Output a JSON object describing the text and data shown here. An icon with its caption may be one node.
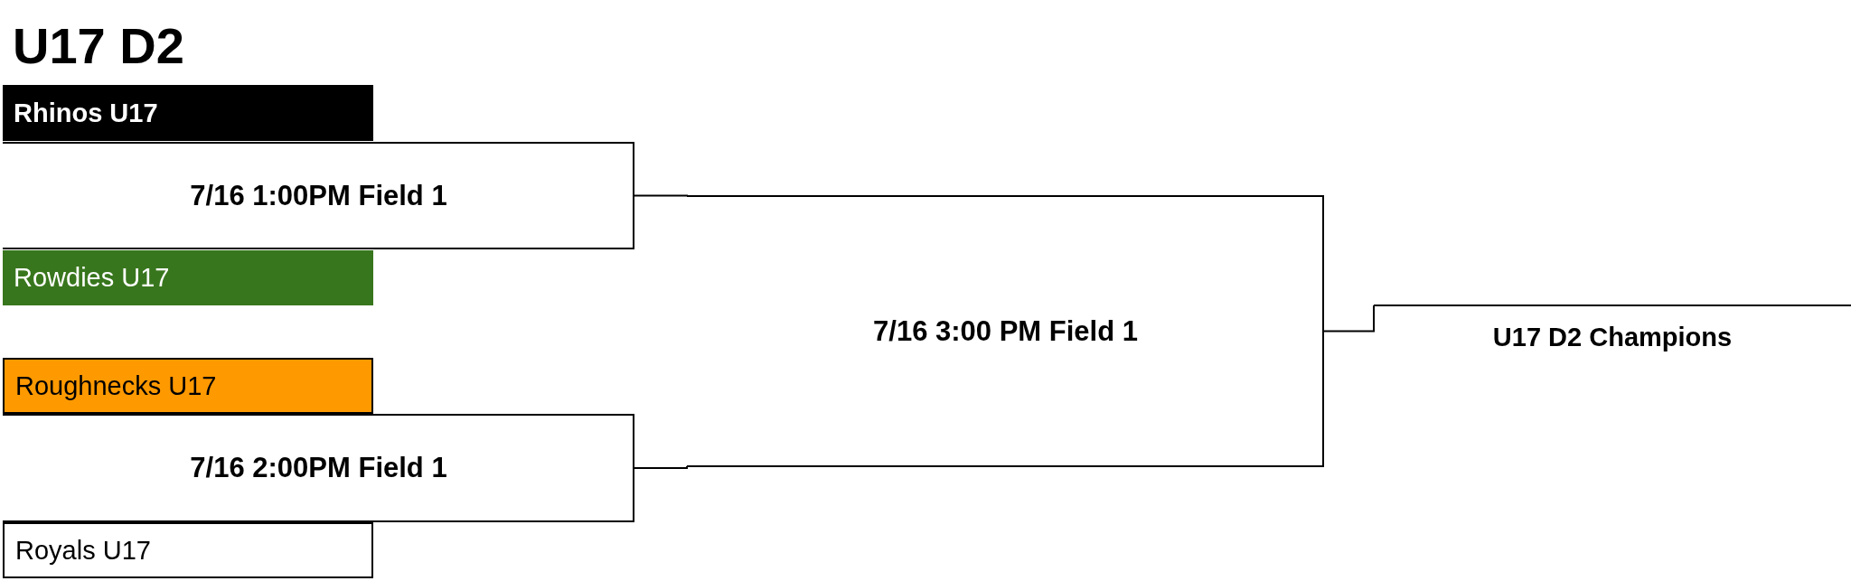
{
  "diagram": {
    "title": "U17 D2",
    "nodes": [
      {
        "text": [
          "Rhinos U17"
        ]
      },
      {
        "text": [
          "7/16 1:00PM Field 1"
        ]
      },
      {
        "text": [
          "Rowdies U17"
        ]
      },
      {
        "text": [
          "Roughnecks U17"
        ]
      },
      {
        "text": [
          "7/16 2:00PM Field 1"
        ]
      },
      {
        "text": [
          "Royals U17"
        ]
      },
      {
        "text": [
          "7/16 3:00 PM Field 1"
        ]
      },
      {
        "text": [
          "U17 D2 Champions"
        ]
      }
    ],
    "edges": [
      {
        "from": 1,
        "to": 6,
        "arrow": "none"
      },
      {
        "from": 4,
        "to": 6,
        "arrow": "none"
      },
      {
        "from": 6,
        "to": 7,
        "arrow": "none"
      }
    ]
  }
}
